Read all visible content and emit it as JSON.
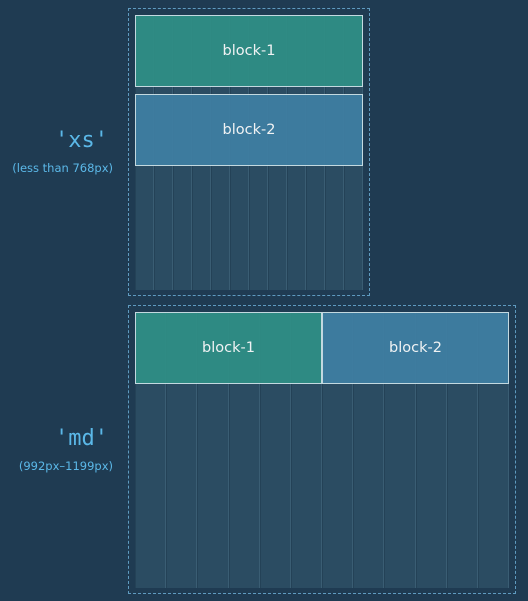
{
  "xs": {
    "name": "'xs'",
    "range": "(less than 768px)",
    "blocks": [
      "block-1",
      "block-2"
    ],
    "columns": 12
  },
  "md": {
    "name": "'md'",
    "range": "(992px–1199px)",
    "blocks": [
      "block-1",
      "block-2"
    ],
    "columns": 12
  },
  "colors": {
    "background": "#1f3b52",
    "label": "#5bb8e8",
    "grid": "#2b4c62",
    "block_1": "#2f8f86",
    "block_2": "#3f7fa3",
    "dashed_border": "#5f9bc0"
  }
}
